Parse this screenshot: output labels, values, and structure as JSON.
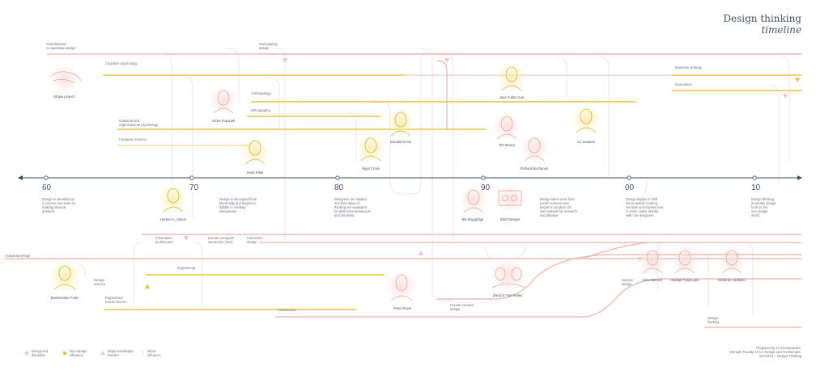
{
  "title": {
    "line1": "Design thinking",
    "line2": "timeline"
  },
  "colors": {
    "pink": "#f1c7c2",
    "pink_line": "#ecbdb6",
    "yellow": "#e8c43d",
    "yellow_soft": "#f3df96",
    "axis": "#3d4a6b",
    "text": "#6b6f7a",
    "title": "#4a5066"
  },
  "axis": {
    "decades": [
      "60",
      "70",
      "80",
      "90",
      "00",
      "10"
    ]
  },
  "disciplines": {
    "scandinavian": "Scandinavian co-operative design",
    "cognitive": "Cognitive psychology",
    "participatory": "Participatory design",
    "anthropology": "Anthropology",
    "ethnography": "Ethnography",
    "industrial_org": "Industrial and organizational psychology",
    "computer_science": "Computer science",
    "business_strategy": "Business strategy",
    "economics": "Economics",
    "info_arch": "Information architecture",
    "hci": "Human-computer interaction (HCI)",
    "interaction_design": "Interaction design",
    "industrial_design": "Industrial design",
    "design_science": "Design science",
    "engineering": "Engineering",
    "ergonomics": "Ergonomics human factors",
    "architecture": "Architecture",
    "human_centred": "Human-centred design",
    "service_design": "Service design",
    "design_thinking": "Design thinking"
  },
  "people": {
    "utopia": "Utopia project",
    "papanek": "Victor Papanek",
    "simon": "Herbert A. Simon",
    "rittel": "Horst Rittel",
    "cross": "Nigel Cross",
    "schon": "Donald Schön",
    "suri": "Jane Fulton Suri",
    "sanders": "Liz Sanders",
    "brown": "Tim Brown",
    "buchanan": "Richard Buchanan",
    "moggridge": "Bill Moggridge",
    "ideo": "IDEO Merger",
    "fuller": "Buckminster Fuller",
    "rowe": "Peter Rowe",
    "kelley": "David & Tom Kelley",
    "manzini": "Ezio Manzini",
    "lake": "Alastair Fuad-Luke",
    "szebeko": "Deborah Szebeko"
  },
  "annotations": {
    "a60": [
      "Design is identified as",
      "a science and seen as",
      "making physical",
      "artefacts"
    ],
    "a70": [
      "Design is decoupled from",
      "physicality and begins to",
      "dabble in creating",
      "interactions"
    ],
    "a80": [
      "Designers are studied",
      "and their ways of",
      "thinking are evaluated",
      "for distinctive behaviours",
      "and mindsets"
    ],
    "a90": [
      "Design takes tools from",
      "social sciences and",
      "begins to produce it's",
      "own toolsets for research",
      "and ideation"
    ],
    "a00": [
      "Design begins to shift",
      "focus toward creating",
      "services and experiences,",
      "in some cases directly",
      "with non-designers"
    ],
    "a10": [
      "Design thinking",
      "promotes design",
      "tools to the",
      "non-design",
      "world"
    ]
  },
  "legend": {
    "design_led": [
      "Design-led",
      "discipline"
    ],
    "non_design": [
      "Non-design",
      "influence"
    ],
    "major": [
      "Major knowledge",
      "transfer"
    ],
    "minor": [
      "Minor",
      "influence"
    ]
  },
  "credits": {
    "line1": "Prepared by Jo Szczepanska",
    "line2": "Monash Faculty of Art, Design and Architecture",
    "line3": "ADA3101 – Design Thinking"
  }
}
